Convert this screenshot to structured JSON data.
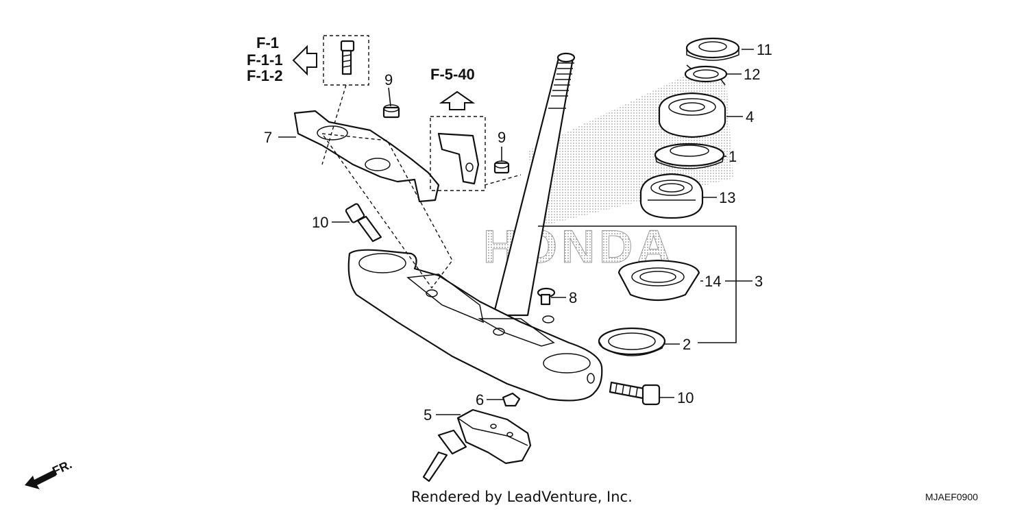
{
  "callouts": {
    "c1": "1",
    "c2": "2",
    "c3": "3",
    "c4": "4",
    "c5": "5",
    "c6": "6",
    "c7": "7",
    "c8": "8",
    "c9a": "9",
    "c9b": "9",
    "c10a": "10",
    "c10b": "10",
    "c11": "11",
    "c12": "12",
    "c13": "13",
    "c14": "14"
  },
  "refs": {
    "f1": "F-1",
    "f11": "F-1-1",
    "f12": "F-1-2",
    "f540": "F-5-40"
  },
  "watermark": "HONDA",
  "direction": "FR.",
  "footer": "Rendered by LeadVenture, Inc.",
  "diagram_code": "MJAEF0900"
}
